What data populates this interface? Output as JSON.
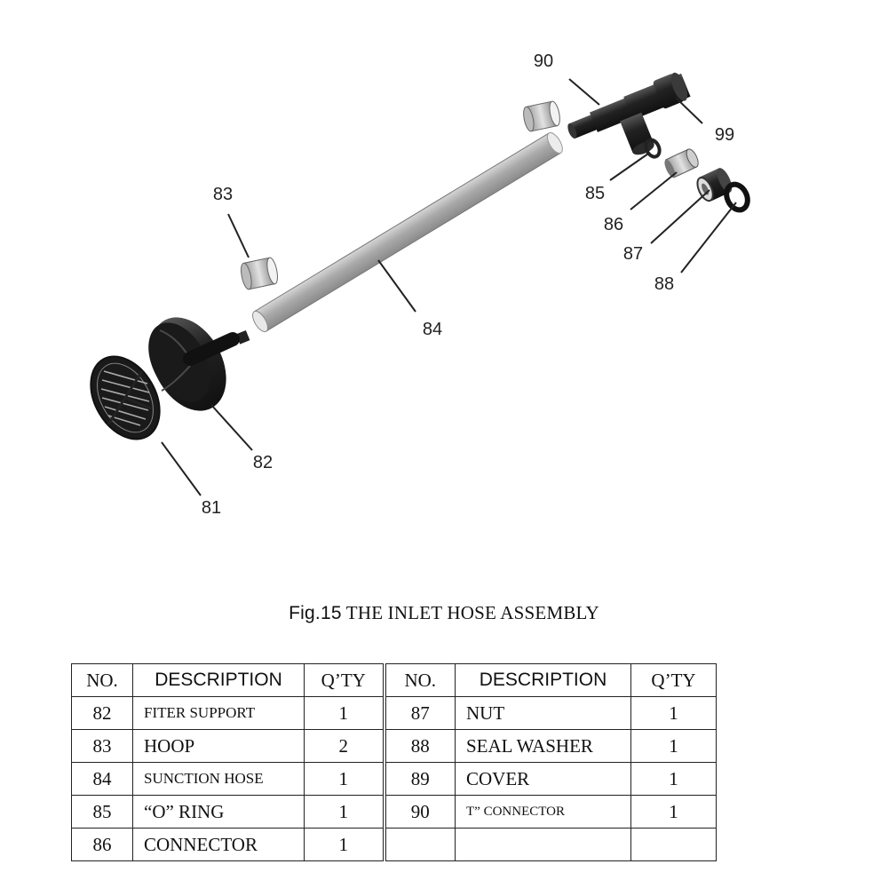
{
  "diagram": {
    "callouts": [
      "90",
      "99",
      "85",
      "86",
      "87",
      "88",
      "83",
      "84",
      "82",
      "81"
    ]
  },
  "caption": {
    "fig": "Fig.15",
    "title": "THE INLET HOSE ASSEMBLY"
  },
  "table": {
    "headers": [
      "NO.",
      "DESCRIPTION",
      "Q’TY",
      "NO.",
      "DESCRIPTION",
      "Q’TY"
    ],
    "rows": [
      {
        "no_l": "82",
        "desc_l": "FITER SUPPORT",
        "qty_l": "1",
        "no_r": "87",
        "desc_r": "NUT",
        "qty_r": "1"
      },
      {
        "no_l": "83",
        "desc_l": "HOOP",
        "qty_l": "2",
        "no_r": "88",
        "desc_r": "SEAL WASHER",
        "qty_r": "1"
      },
      {
        "no_l": "84",
        "desc_l": "SUNCTION HOSE",
        "qty_l": "1",
        "no_r": "89",
        "desc_r": "COVER",
        "qty_r": "1"
      },
      {
        "no_l": "85",
        "desc_l": "“O” RING",
        "qty_l": "1",
        "no_r": "90",
        "desc_r": "T” CONNECTOR",
        "qty_r": "1"
      },
      {
        "no_l": "86",
        "desc_l": "CONNECTOR",
        "qty_l": "1",
        "no_r": "",
        "desc_r": "",
        "qty_r": ""
      }
    ]
  }
}
